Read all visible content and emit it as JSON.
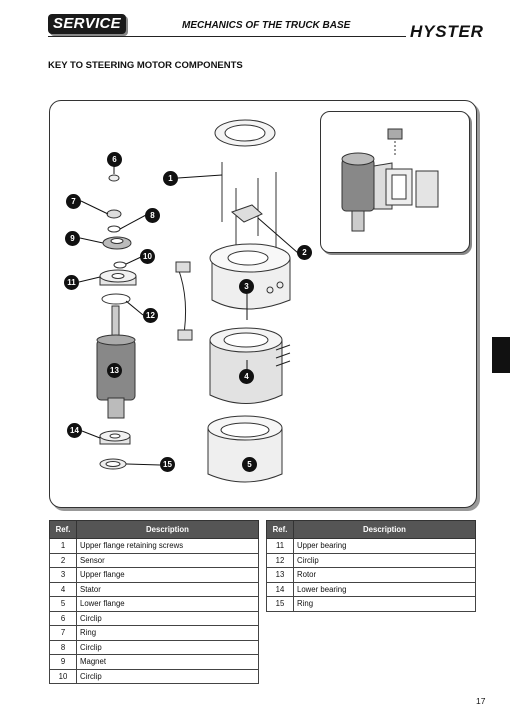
{
  "header": {
    "badge": "SERVICE",
    "title": "MECHANICS OF THE TRUCK BASE",
    "brand": "HYSTER"
  },
  "section_title": "KEY TO STEERING MOTOR COMPONENTS",
  "diagram": {
    "callouts": [
      "1",
      "2",
      "3",
      "4",
      "5",
      "6",
      "7",
      "8",
      "9",
      "10",
      "11",
      "12",
      "13",
      "14",
      "15"
    ]
  },
  "table_left": {
    "headers": [
      "Ref.",
      "Description"
    ],
    "rows": [
      {
        "ref": "1",
        "desc": "Upper flange retaining screws"
      },
      {
        "ref": "2",
        "desc": "Sensor"
      },
      {
        "ref": "3",
        "desc": "Upper flange"
      },
      {
        "ref": "4",
        "desc": "Stator"
      },
      {
        "ref": "5",
        "desc": "Lower flange"
      },
      {
        "ref": "6",
        "desc": "Circlip"
      },
      {
        "ref": "7",
        "desc": "Ring"
      },
      {
        "ref": "8",
        "desc": "Circlip"
      },
      {
        "ref": "9",
        "desc": "Magnet"
      },
      {
        "ref": "10",
        "desc": "Circlip"
      }
    ]
  },
  "table_right": {
    "headers": [
      "Ref.",
      "Description"
    ],
    "rows": [
      {
        "ref": "11",
        "desc": "Upper bearing"
      },
      {
        "ref": "12",
        "desc": "Circlip"
      },
      {
        "ref": "13",
        "desc": "Rotor"
      },
      {
        "ref": "14",
        "desc": "Lower bearing"
      },
      {
        "ref": "15",
        "desc": "Ring"
      }
    ]
  },
  "page_number": "17"
}
